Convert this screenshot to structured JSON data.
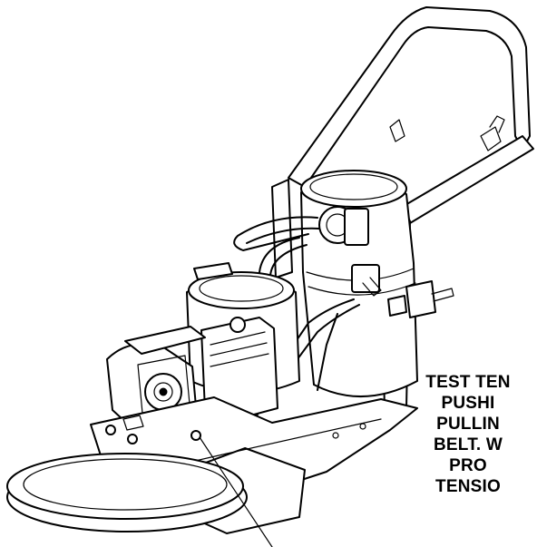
{
  "note": {
    "lines": [
      "TEST TEN",
      "PUSHI",
      "PULLIN",
      "BELT. W",
      "PRO",
      "TENSIO"
    ]
  },
  "colors": {
    "line": "#000000",
    "background": "#ffffff"
  }
}
